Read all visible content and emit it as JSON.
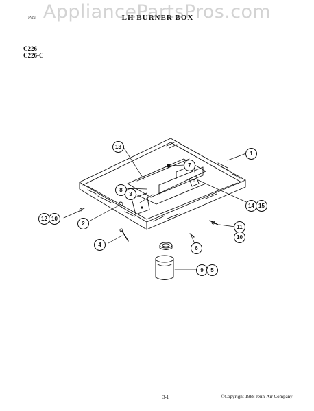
{
  "watermark": "AppliancePartsPros.com",
  "header": {
    "title": "LH BURNER BOX",
    "page_code": "",
    "pn_code": "P/N"
  },
  "models": [
    "C226",
    "C226-C"
  ],
  "callouts": {
    "c1": "1",
    "c2": "2",
    "c3": "3",
    "c4": "4",
    "c5": "5",
    "c6": "6",
    "c7": "7",
    "c8": "8",
    "c9": "9",
    "c10a": "10",
    "c10b": "10",
    "c11": "11",
    "c12": "12",
    "c13": "13",
    "c14": "14",
    "c15": "15"
  },
  "footer": {
    "page": "3-1",
    "copyright": "©Copyright 1988 Jenn-Air Company"
  }
}
